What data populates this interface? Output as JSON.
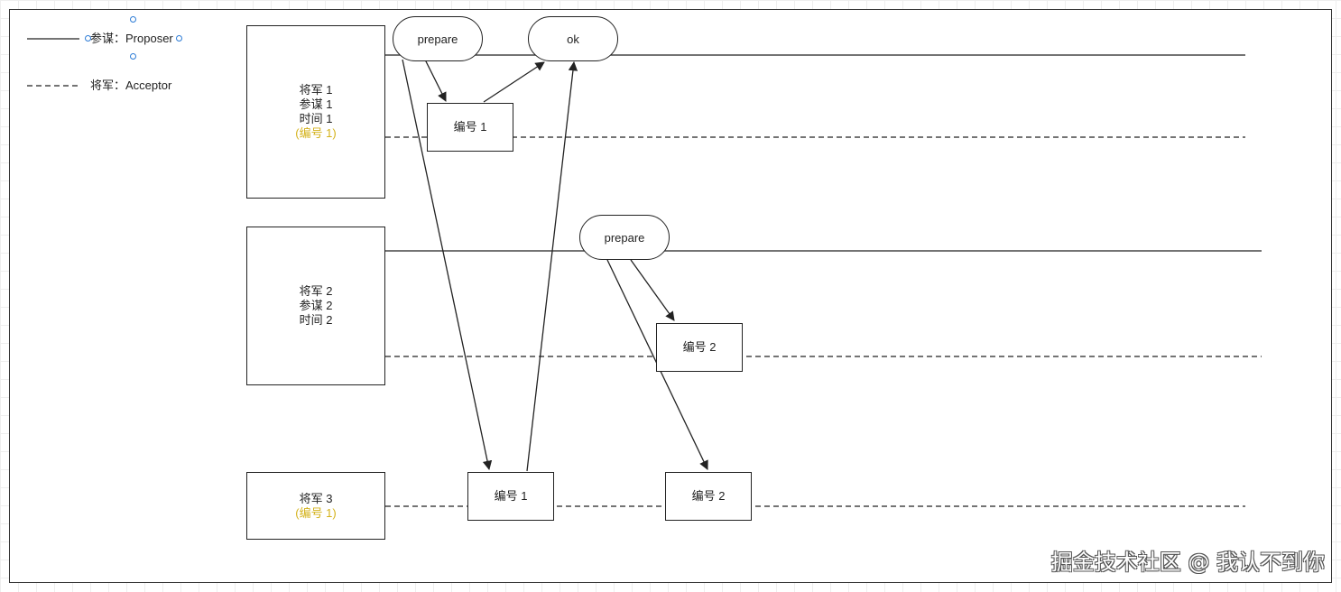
{
  "legend": {
    "proposer_label": "参谋：Proposer",
    "acceptor_label": "将军：Acceptor"
  },
  "generals": [
    {
      "lines": [
        "将军 1",
        "参谋 1",
        "时间 1"
      ],
      "highlight": "(编号 1)"
    },
    {
      "lines": [
        "将军 2",
        "参谋 2",
        "时间 2"
      ],
      "highlight": ""
    },
    {
      "lines": [
        "将军 3"
      ],
      "highlight": "(编号 1)"
    }
  ],
  "messages": {
    "prepare_1": "prepare",
    "ok": "ok",
    "prepare_2": "prepare",
    "num_1_a": "编号 1",
    "num_2_a": "编号 2",
    "num_1_b": "编号 1",
    "num_2_b": "编号 2"
  },
  "watermark": "掘金技术社区 @ 我认不到你",
  "colors": {
    "highlight": "#d4b21a",
    "stroke": "#222222",
    "selection": "#2b7bd6"
  }
}
